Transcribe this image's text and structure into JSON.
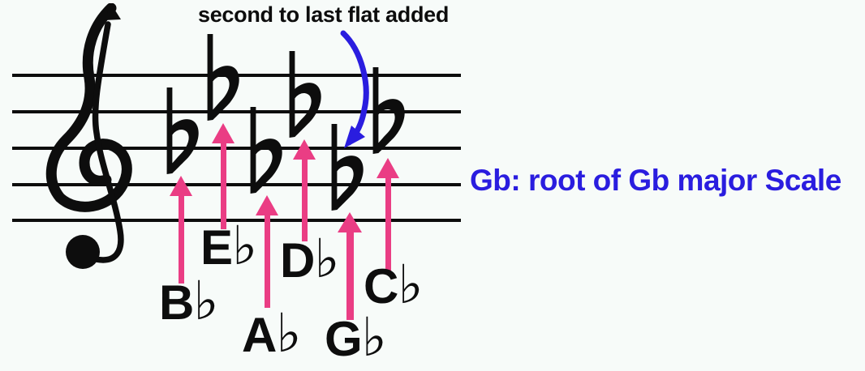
{
  "annotation": {
    "text": "second to last flat added"
  },
  "caption": {
    "text": "Gb: root of Gb major Scale"
  },
  "staff": {
    "clef": "treble",
    "key": "Gb major",
    "line_count": 5,
    "flat_count": 6
  },
  "flats": [
    {
      "name": "B-flat",
      "letter": "B",
      "accidental": "♭"
    },
    {
      "name": "E-flat",
      "letter": "E",
      "accidental": "♭"
    },
    {
      "name": "A-flat",
      "letter": "A",
      "accidental": "♭"
    },
    {
      "name": "D-flat",
      "letter": "D",
      "accidental": "♭"
    },
    {
      "name": "G-flat",
      "letter": "G",
      "accidental": "♭"
    },
    {
      "name": "C-flat",
      "letter": "C",
      "accidental": "♭"
    }
  ],
  "colors": {
    "background": "#f7fbf9",
    "ink": "#0d0d0d",
    "arrow_pink": "#ea3d84",
    "annotation_blue": "#2a1ddf"
  }
}
